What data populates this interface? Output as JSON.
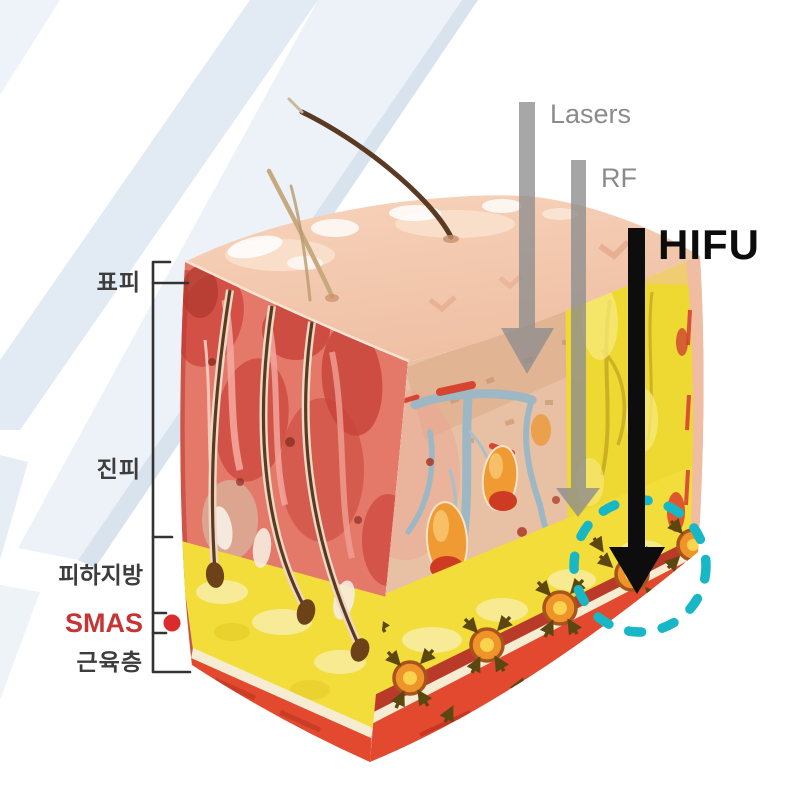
{
  "diagram": {
    "description": "Skin cross-section comparing penetration depth of Lasers, RF and HIFU down to the SMAS layer",
    "layers": {
      "epidermis_label": "표피",
      "dermis_label": "진피",
      "subcutaneous_fat_label": "피하지방",
      "smas_label": "SMAS",
      "muscle_label": "근육층"
    },
    "treatments": {
      "lasers_label": "Lasers",
      "rf_label": "RF",
      "hifu_label": "HIFU"
    },
    "colors": {
      "laser_rf_arrow_gray": "#8b8b8b",
      "hifu_arrow_black": "#0c0c0c",
      "smas_text_red": "#c53535",
      "smas_marker_dot_red": "#da2c2c",
      "focus_circle_teal": "#18b7c6",
      "skin_top_pink": "#f4cbb2",
      "dermis_red": "#e0584a",
      "cross_section_beige": "#e8c0a3",
      "fat_yellow": "#f2dd3a",
      "muscle_red": "#e2492f",
      "background_streak_blue": "#e2eaf3"
    }
  }
}
